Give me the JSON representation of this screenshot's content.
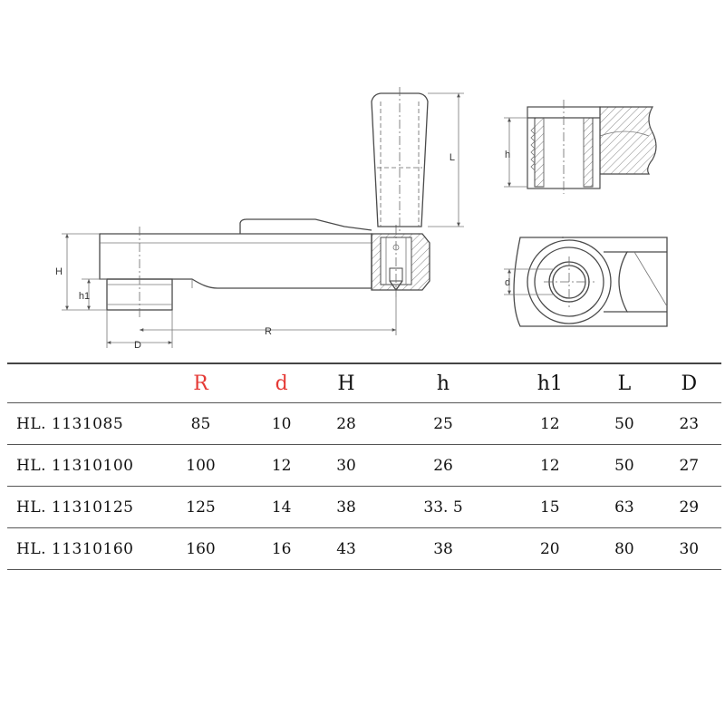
{
  "diagram": {
    "labels": {
      "H": "H",
      "h1": "h1",
      "D": "D",
      "R": "R",
      "L": "L",
      "h": "h",
      "d": "d"
    }
  },
  "table": {
    "columns": [
      "",
      "R",
      "d",
      "H",
      "h",
      "h1",
      "L",
      "D"
    ],
    "highlight_color": "#e53935",
    "rows": [
      {
        "model": "HL. 1131085",
        "R": "85",
        "d": "10",
        "H": "28",
        "h": "25",
        "h1": "12",
        "L": "50",
        "D": "23"
      },
      {
        "model": "HL. 11310100",
        "R": "100",
        "d": "12",
        "H": "30",
        "h": "26",
        "h1": "12",
        "L": "50",
        "D": "27"
      },
      {
        "model": "HL. 11310125",
        "R": "125",
        "d": "14",
        "H": "38",
        "h": "33. 5",
        "h1": "15",
        "L": "63",
        "D": "29"
      },
      {
        "model": "HL. 11310160",
        "R": "160",
        "d": "16",
        "H": "43",
        "h": "38",
        "h1": "20",
        "L": "80",
        "D": "30"
      }
    ]
  }
}
